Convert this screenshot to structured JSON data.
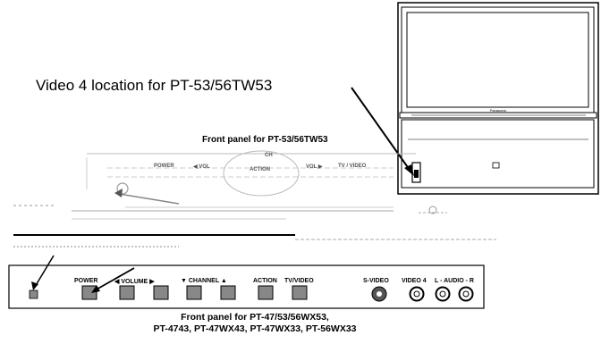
{
  "callout": {
    "text": "Video 4 location for PT-53/56TW53"
  },
  "upper_panel": {
    "caption": "Front panel for PT-53/56TW53",
    "labels": {
      "power": "POWER",
      "vol_left": "◀ VOL",
      "ch": "CH",
      "action": "ACTION",
      "vol_right": "VOL ▶",
      "tv_video": "TV / VIDEO"
    }
  },
  "lower_panel": {
    "caption_line1": "Front panel for PT-47/53/56WX53,",
    "caption_line2": "PT-4743, PT-47WX43, PT-47WX33, PT-56WX33",
    "labels": {
      "power": "POWER",
      "volume": "◀ VOLUME ▶",
      "channel": "▼ CHANNEL ▲",
      "action": "ACTION",
      "tv_video": "TV/VIDEO",
      "s_video": "S-VIDEO",
      "video4": "VIDEO 4",
      "audio": "L - AUDIO - R"
    }
  },
  "tv": {
    "brand": "Panasonic"
  }
}
